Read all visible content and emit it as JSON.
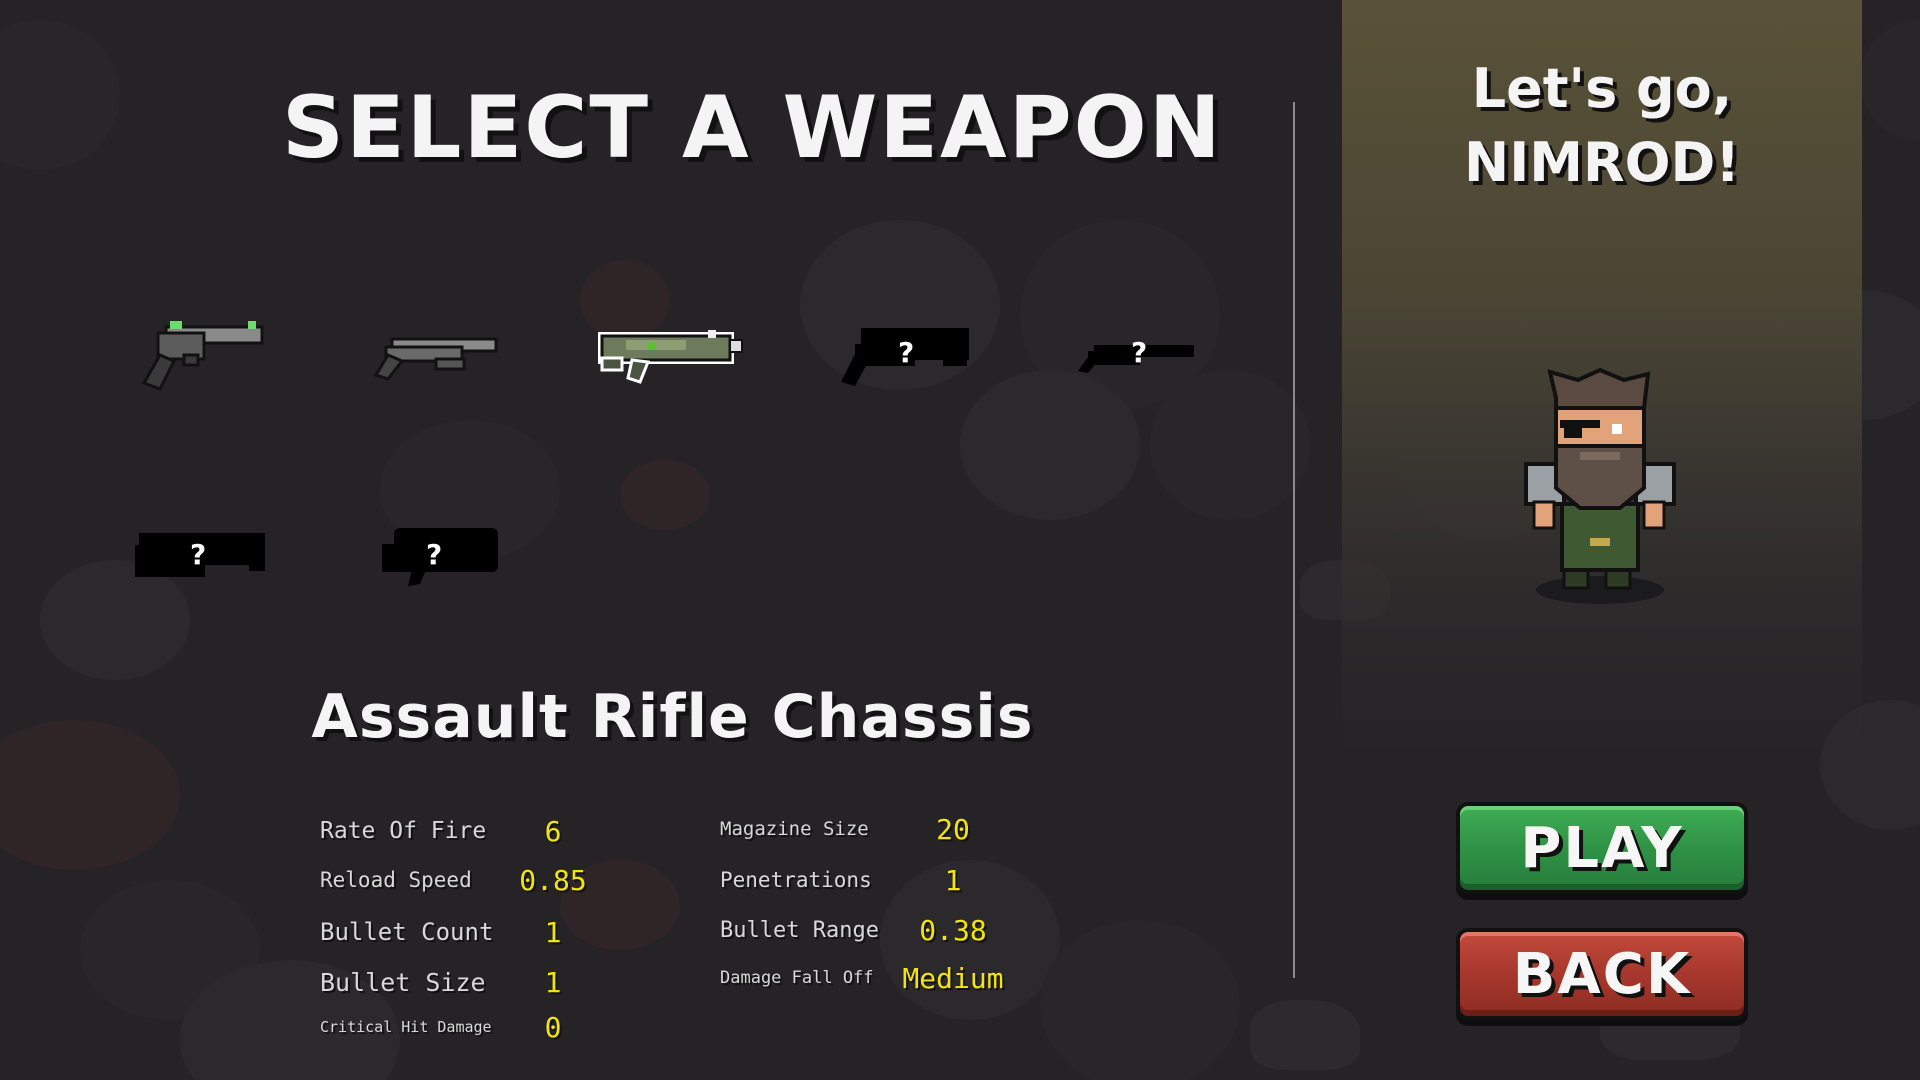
{
  "screen": {
    "title": "SELECT A WEAPON",
    "greeting_line1": "Let's go,",
    "greeting_line2": "NIMROD!"
  },
  "weapons": [
    {
      "icon": "revolver-icon",
      "unlocked": true,
      "selected": false
    },
    {
      "icon": "shotgun-icon",
      "unlocked": true,
      "selected": false
    },
    {
      "icon": "assault-rifle-icon",
      "unlocked": true,
      "selected": true
    },
    {
      "icon": "locked-weapon-icon",
      "unlocked": false,
      "lock_text": "?"
    },
    {
      "icon": "locked-weapon-icon",
      "unlocked": false,
      "lock_text": "?"
    },
    {
      "icon": "locked-weapon-icon",
      "unlocked": false,
      "lock_text": "?"
    },
    {
      "icon": "locked-weapon-icon",
      "unlocked": false,
      "lock_text": "?"
    }
  ],
  "selected_weapon": {
    "name": "Assault Rifle Chassis",
    "stats_left": [
      {
        "label": "Rate Of Fire",
        "value": "6"
      },
      {
        "label": "Reload Speed",
        "value": "0.85"
      },
      {
        "label": "Bullet Count",
        "value": "1"
      },
      {
        "label": "Bullet Size",
        "value": "1"
      },
      {
        "label": "Critical Hit Damage",
        "value": "0"
      }
    ],
    "stats_right": [
      {
        "label": "Magazine Size",
        "value": "20"
      },
      {
        "label": "Penetrations",
        "value": "1"
      },
      {
        "label": "Bullet Range",
        "value": "0.38"
      },
      {
        "label": "Damage Fall Off",
        "value": "Medium"
      }
    ]
  },
  "buttons": {
    "play": "PLAY",
    "back": "BACK"
  },
  "colors": {
    "stat_value": "#f3e40c",
    "play_button": "#2f9245",
    "back_button": "#a7372c",
    "background": "#252326"
  }
}
